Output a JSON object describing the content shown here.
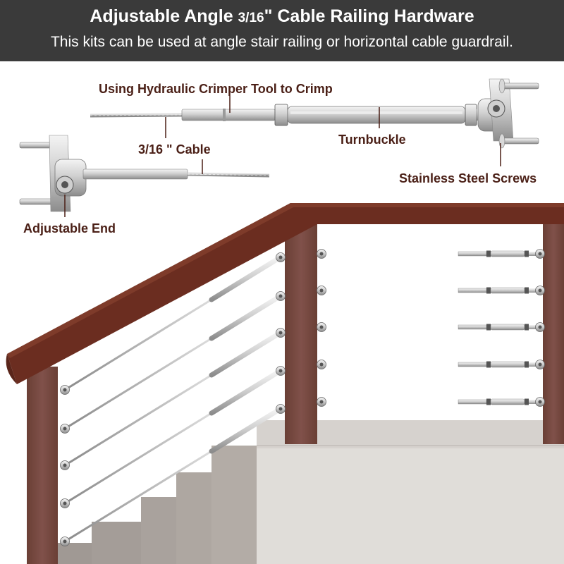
{
  "header": {
    "title_part1": "Adjustable Angle ",
    "title_fraction": "3/16",
    "title_part2": "\" Cable Railing Hardware",
    "subtitle": "This kits can be used at angle stair railing or horizontal cable guardrail."
  },
  "callouts": {
    "crimper": "Using Hydraulic Crimper Tool to Crimp",
    "cable": "3/16 \" Cable",
    "turnbuckle": "Turnbuckle",
    "screws": "Stainless Steel Screws",
    "adjustable_end": "Adjustable End"
  },
  "colors": {
    "banner": "#3a3a3a",
    "label_text": "#4a1f16",
    "wood_post": "#7a4a3f",
    "wood_rail": "#6b2d20",
    "stair_top": "#e0ddd9",
    "stair_riser": "#a9a29d",
    "steel": "#c9c9c9"
  },
  "icons": [
    "turnbuckle-icon",
    "cable-icon",
    "mounting-bracket-icon",
    "screw-icon",
    "stair-icon",
    "railing-icon"
  ]
}
